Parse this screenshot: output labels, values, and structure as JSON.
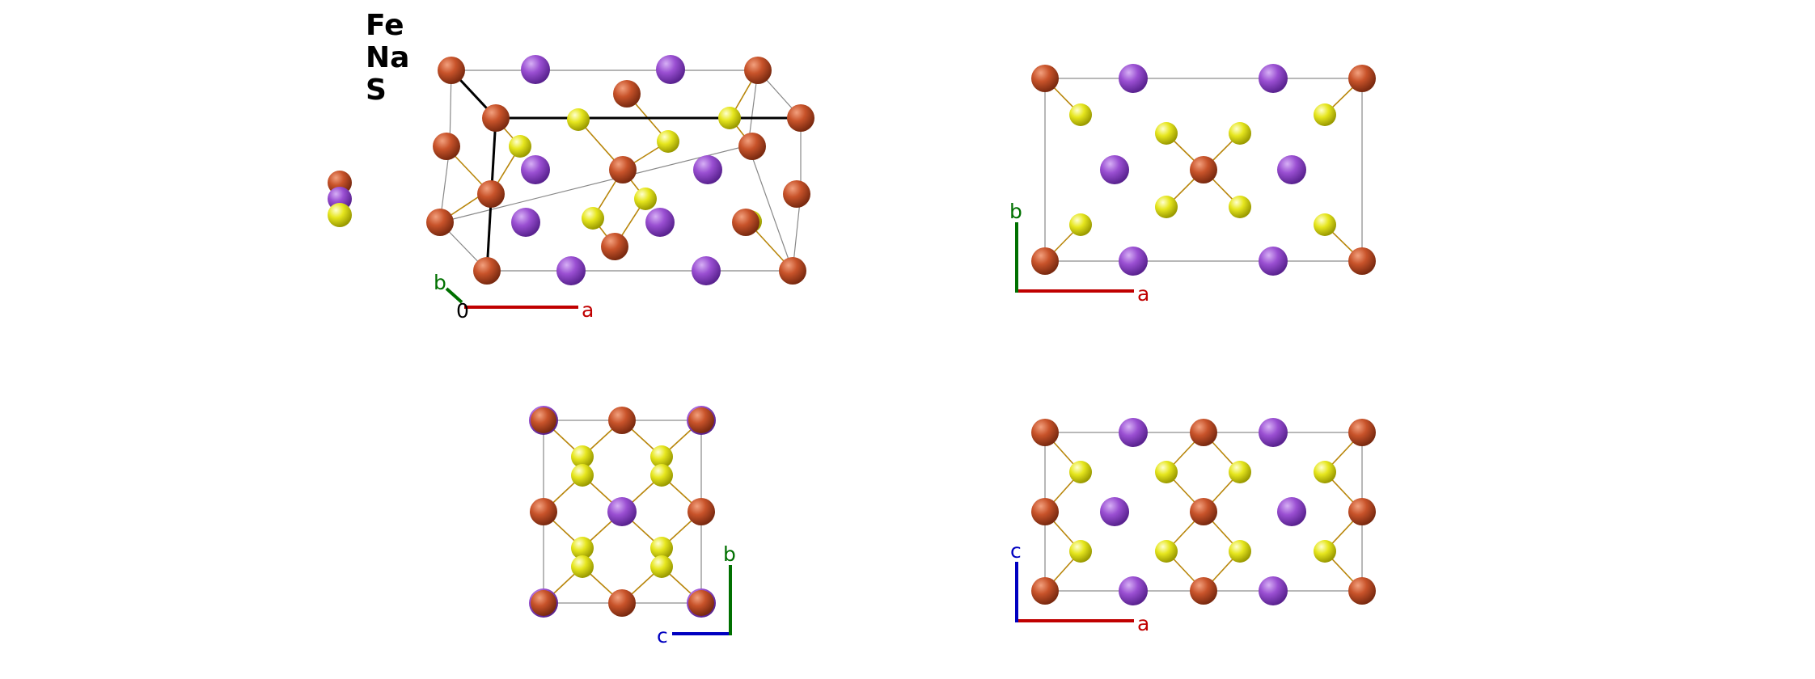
{
  "legend": {
    "elements": [
      {
        "symbol": "Fe",
        "color": "#c8532a"
      },
      {
        "symbol": "Na",
        "color": "#9a4fd2"
      },
      {
        "symbol": "S",
        "color": "#e6e61e"
      }
    ]
  },
  "colors": {
    "a_axis": "#c00000",
    "b_axis": "#007000",
    "c_axis": "#0000c0",
    "cell_edge": "#888888",
    "bond": "#b8860b"
  },
  "views": {
    "perspective": {
      "a_label": "a",
      "b_label": "b",
      "origin_label": "0"
    },
    "ab": {
      "a_label": "a",
      "b_label": "b"
    },
    "cb": {
      "c_label": "c",
      "b_label": "b"
    },
    "ac": {
      "a_label": "a",
      "c_label": "c"
    }
  }
}
